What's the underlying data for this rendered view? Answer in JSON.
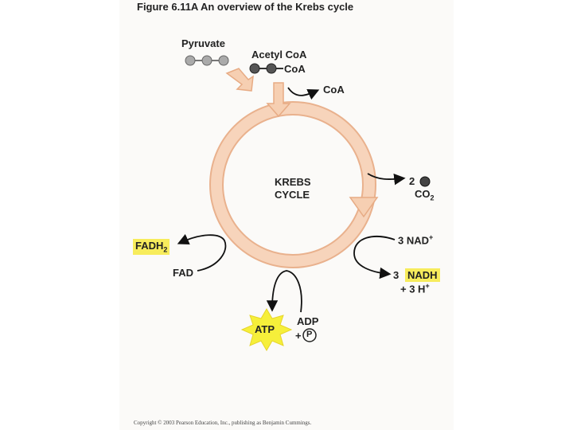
{
  "figure_title": "Figure 6.11A  An overview of the Krebs cycle",
  "cycle_label_line1": "KREBS",
  "cycle_label_line2": "CYCLE",
  "inputs": {
    "pyruvate": "Pyruvate",
    "acetyl_coa": "Acetyl CoA",
    "acetyl_coa_group": "CoA",
    "coa_released": "CoA"
  },
  "co2": {
    "count": "2",
    "formula": "CO",
    "subscript": "2"
  },
  "nad": {
    "reactant": "3 NAD",
    "reactant_sup": "+",
    "product_count": "3",
    "product": "NADH",
    "h_line": "+ 3 H",
    "h_sup": "+"
  },
  "fad": {
    "product": "FADH",
    "product_sub": "2",
    "reactant": "FAD"
  },
  "atp": {
    "product": "ATP",
    "reactant": "ADP",
    "plus": "+",
    "phosphate": "P"
  },
  "copyright": "Copyright © 2003 Pearson Education, Inc., publishing as Benjamin Cummings.",
  "colors": {
    "cycle": "#f6cfb2",
    "cycle_edge": "#e7ab84",
    "highlight": "#f7ec5c",
    "star": "#f6ef3a",
    "molecule": "#9a9a9a",
    "carbon": "#444444"
  }
}
